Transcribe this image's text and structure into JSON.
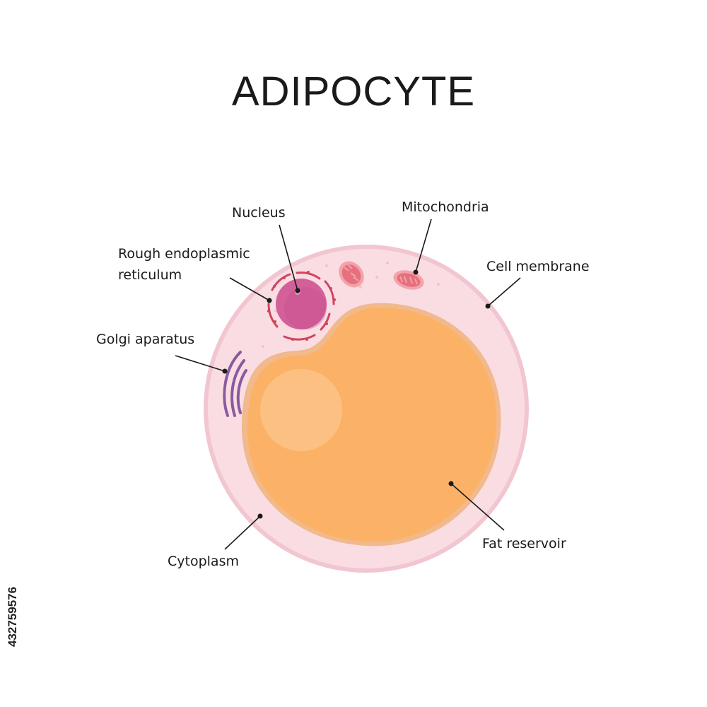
{
  "title": "ADIPOCYTE",
  "labels": {
    "nucleus": "Nucleus",
    "mitochondria": "Mitochondria",
    "rough_er_line1": "Rough endoplasmic",
    "rough_er_line2": "reticulum",
    "cell_membrane": "Cell membrane",
    "golgi": "Golgi aparatus",
    "cytoplasm": "Cytoplasm",
    "fat_reservoir": "Fat reservoir"
  },
  "stock_id": "432759576",
  "colors": {
    "membrane_outer": "#f2c9d2",
    "cytoplasm": "#f9dde3",
    "fat": "#fbb36a",
    "fat_edge": "#f5a558",
    "nucleus": "#d4609a",
    "rough_er": "#d0445f",
    "mitochondria": "#e6707e",
    "golgi": "#8b5a9e",
    "leader_line": "#1a1a1a"
  }
}
